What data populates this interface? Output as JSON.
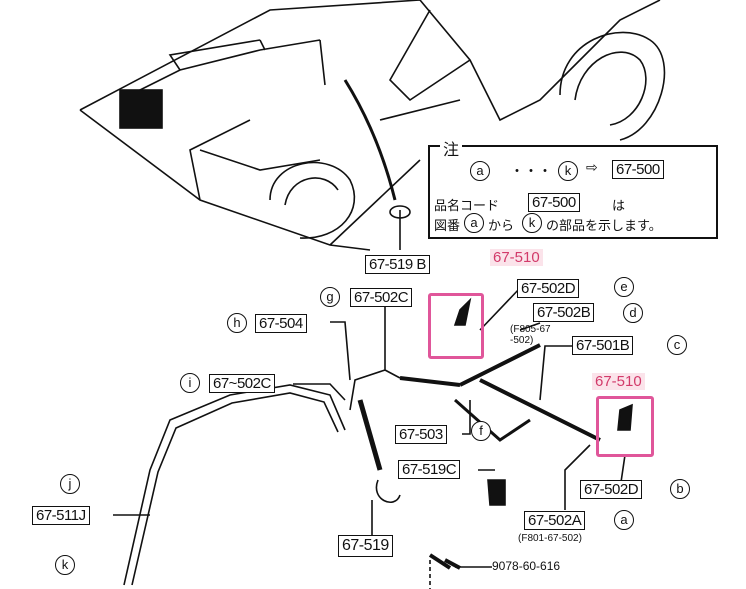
{
  "note": {
    "title": "注",
    "line1_from": "a",
    "line1_dots": "・・・",
    "line1_to": "k",
    "line1_arrow": "⇨",
    "line1_code": "67-500",
    "line2_prefix": "品名コード",
    "line2_code": "67-500",
    "line2_suffix": "は",
    "line3_prefix": "図番",
    "line3_a": "a",
    "line3_mid": "から",
    "line3_k": "k",
    "line3_suffix": "の部品を示します。"
  },
  "parts": {
    "p519b": "67-519 B",
    "p510_top": "67-510",
    "p502c_g": "67-502C",
    "p502d_e": "67-502D",
    "p504": "67-504",
    "p502b": "67-502B",
    "p502b_note": "(F805-67\n-502)",
    "p501b": "67-501B",
    "p502c_i": "67~502C",
    "p510_bottom": "67-510",
    "p503": "67-503",
    "p519c": "67-519C",
    "p502d_b": "67-502D",
    "p511j": "67-511J",
    "p502a": "67-502A",
    "p502a_note": "(F801-67-502)",
    "p519": "67-519",
    "bolt": "9078-60-616"
  },
  "refs": {
    "a": "a",
    "b": "b",
    "c": "c",
    "d": "d",
    "e": "e",
    "f": "f",
    "g": "g",
    "h": "h",
    "i": "i",
    "j": "j",
    "k": "k"
  },
  "colors": {
    "highlight": "#e0569a",
    "highlight_text": "#d23a6a"
  }
}
